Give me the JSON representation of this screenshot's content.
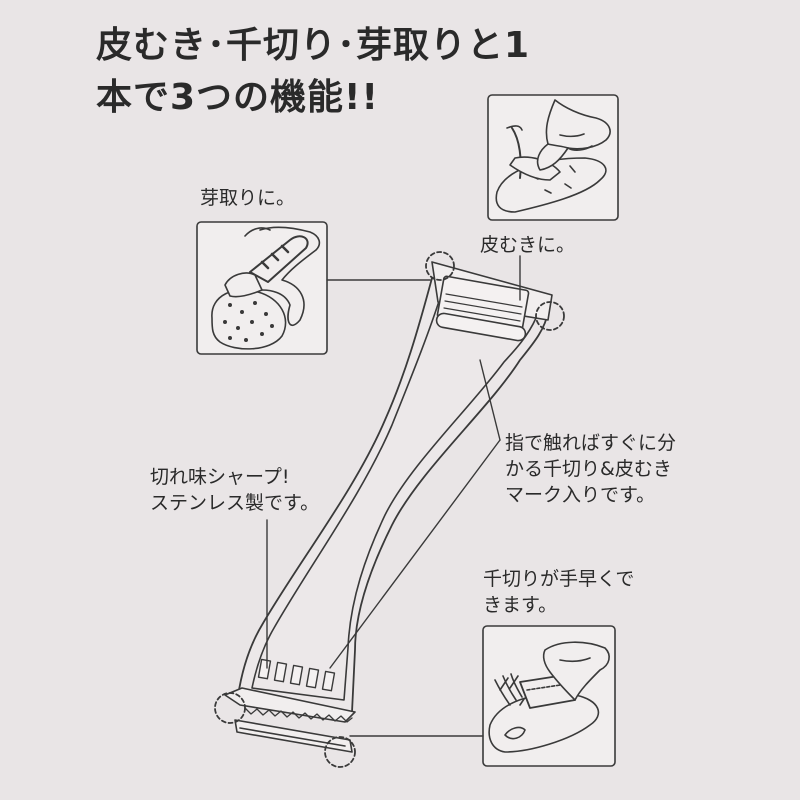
{
  "headline": {
    "line1": "皮むき･千切り･芽取りと1",
    "line2": "本で3つの機能!!"
  },
  "callouts": {
    "sprout": "芽取りに。",
    "peel": "皮むきに。",
    "mark": {
      "line1": "指で触ればすぐに分",
      "line2": "かる千切り&皮むき",
      "line3": "マーク入りです。"
    },
    "blade": {
      "line1": "切れ味シャープ!",
      "line2": "ステンレス製です。"
    },
    "julienne": {
      "line1": "千切りが手早くで",
      "line2": "きます。"
    }
  },
  "icons": {
    "sprout_illustration": "hand-removing-potato-eye-icon",
    "peel_illustration": "hand-peeling-carrot-icon",
    "julienne_illustration": "hand-julienning-carrot-icon",
    "peeler": "peeler-tool-icon"
  },
  "colors": {
    "background": "#e9e5e6",
    "ink": "#2b2b2b"
  }
}
